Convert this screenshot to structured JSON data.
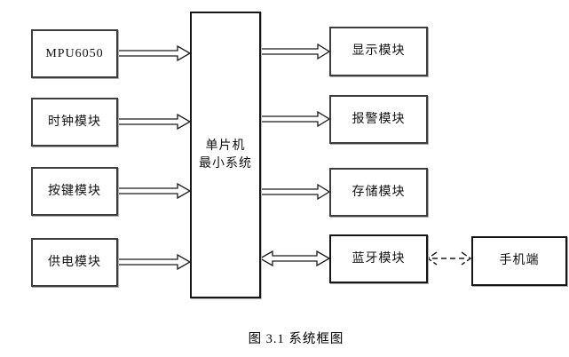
{
  "diagram": {
    "caption": "图 3.1 系统框图",
    "left_modules": [
      {
        "label": "MPU6050"
      },
      {
        "label": "时钟模块"
      },
      {
        "label": "按键模块"
      },
      {
        "label": "供电模块"
      }
    ],
    "center_module": {
      "line1": "单片机",
      "line2": "最小系统"
    },
    "right_modules": [
      {
        "label": "显示模块"
      },
      {
        "label": "报警模块"
      },
      {
        "label": "存储模块"
      },
      {
        "label": "蓝牙模块"
      }
    ],
    "phone_module": {
      "label": "手机端"
    },
    "connections": [
      {
        "from": "MPU6050",
        "to": "单片机最小系统",
        "style": "block-arrow",
        "direction": "right"
      },
      {
        "from": "时钟模块",
        "to": "单片机最小系统",
        "style": "block-arrow",
        "direction": "right"
      },
      {
        "from": "按键模块",
        "to": "单片机最小系统",
        "style": "block-arrow",
        "direction": "right"
      },
      {
        "from": "供电模块",
        "to": "单片机最小系统",
        "style": "block-arrow",
        "direction": "right"
      },
      {
        "from": "单片机最小系统",
        "to": "显示模块",
        "style": "block-arrow",
        "direction": "right"
      },
      {
        "from": "单片机最小系统",
        "to": "报警模块",
        "style": "block-arrow",
        "direction": "right"
      },
      {
        "from": "单片机最小系统",
        "to": "存储模块",
        "style": "block-arrow",
        "direction": "right"
      },
      {
        "from": "单片机最小系统",
        "to": "蓝牙模块",
        "style": "block-arrow",
        "direction": "both"
      },
      {
        "from": "蓝牙模块",
        "to": "手机端",
        "style": "dashed-arrow",
        "direction": "both"
      }
    ],
    "colors": {
      "background": "#ffffff",
      "line": "#1a1a1a",
      "box_fill": "#ffffff",
      "box_border": "#3d3d3d"
    }
  }
}
